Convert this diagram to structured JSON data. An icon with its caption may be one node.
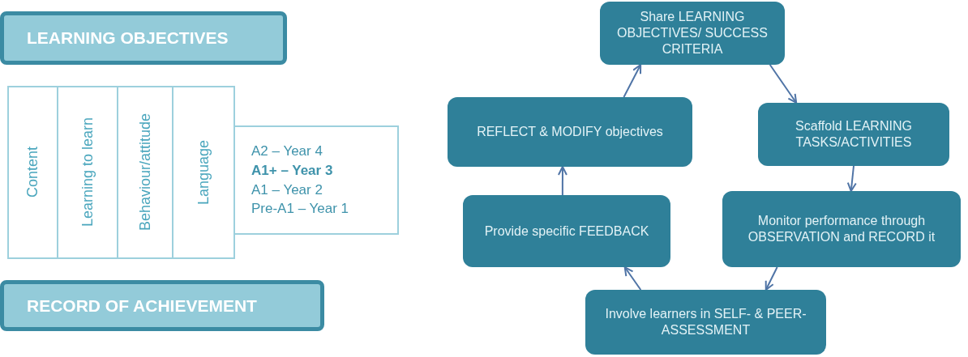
{
  "diagram": {
    "nodes": [
      {
        "text": [
          "LEARNING OBJECTIVES"
        ]
      },
      {
        "text": [
          "RECORD OF ACHIEVEMENT"
        ]
      },
      {
        "text": [
          "Content"
        ]
      },
      {
        "text": [
          "Learning to learn"
        ]
      },
      {
        "text": [
          "Behaviour/attitude"
        ]
      },
      {
        "text": [
          "Language"
        ]
      },
      {
        "text": [
          "A2 – Year 4",
          "**A1+ – Year 3**",
          "A1 – Year 2",
          "Pre-A1 – Year 1"
        ]
      },
      {
        "text": [
          "Share LEARNING OBJECTIVES/ SUCCESS CRITERIA"
        ]
      },
      {
        "text": [
          "Scaffold LEARNING TASKS/ACTIVITIES"
        ]
      },
      {
        "text": [
          "Monitor performance through OBSERVATION and RECORD it"
        ]
      },
      {
        "text": [
          "Involve learners in SELF- & PEER-ASSESSMENT"
        ]
      },
      {
        "text": [
          "Provide specific FEEDBACK"
        ]
      },
      {
        "text": [
          "REFLECT & MODIFY objectives"
        ]
      }
    ],
    "edges": [
      {
        "from": 7,
        "to": 8,
        "arrow": "to"
      },
      {
        "from": 8,
        "to": 9,
        "arrow": "to"
      },
      {
        "from": 9,
        "to": 10,
        "arrow": "to"
      },
      {
        "from": 10,
        "to": 11,
        "arrow": "to"
      },
      {
        "from": 11,
        "to": 12,
        "arrow": "to"
      },
      {
        "from": 12,
        "to": 7,
        "arrow": "to"
      }
    ]
  }
}
